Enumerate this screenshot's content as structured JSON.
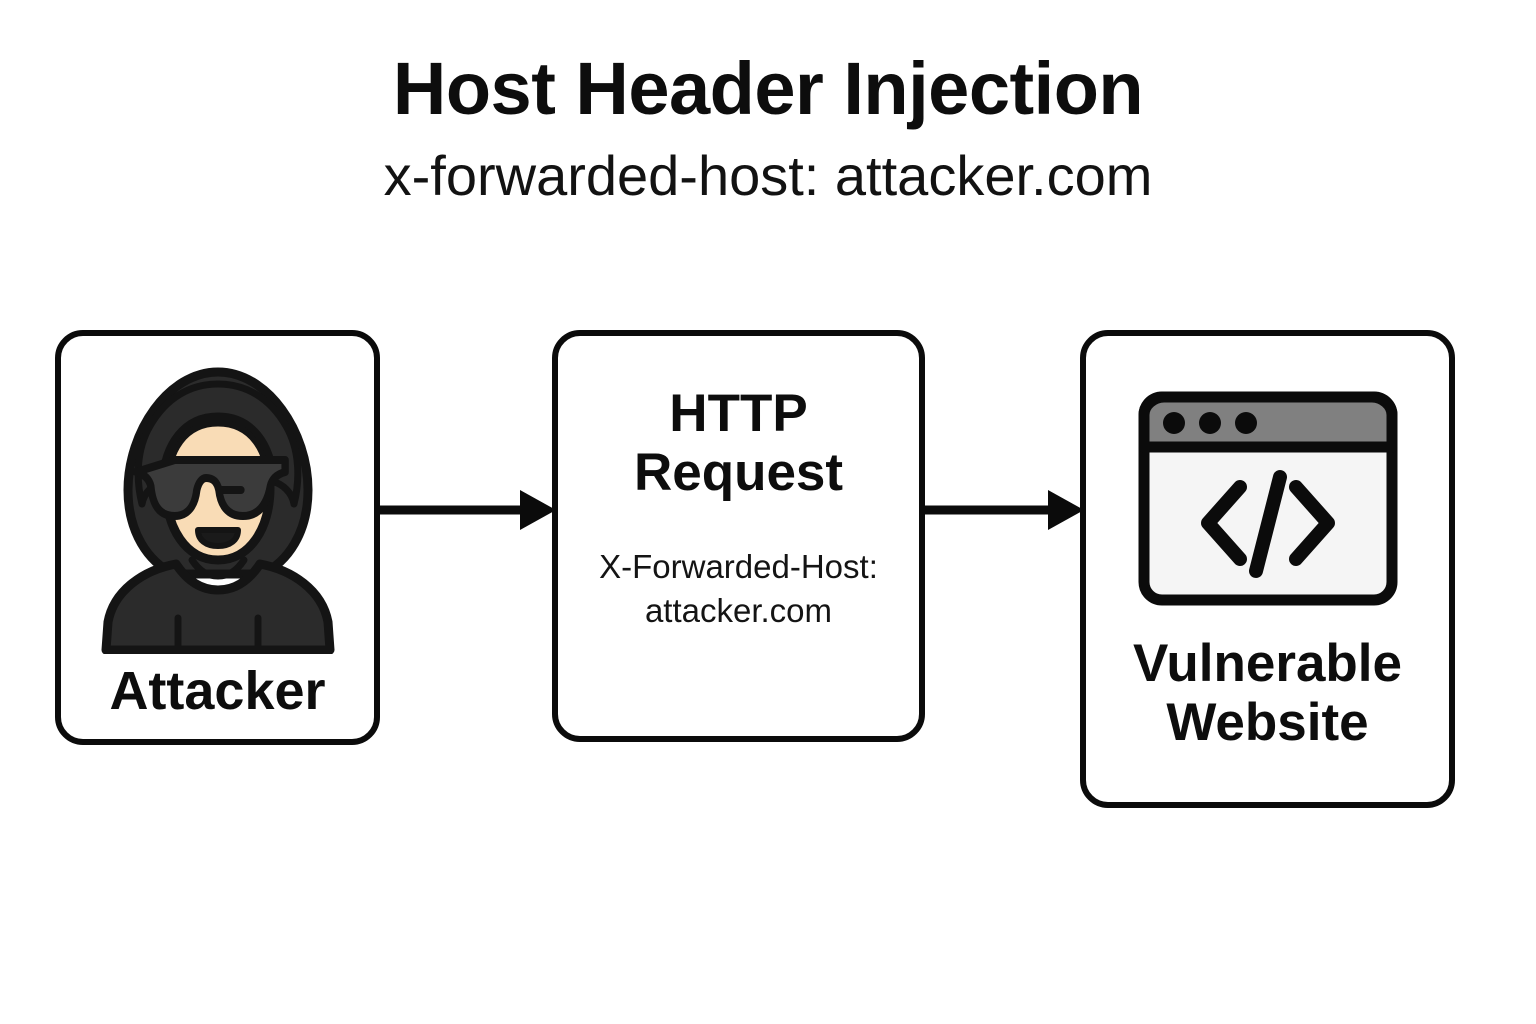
{
  "header": {
    "title": "Host Header Injection",
    "subtitle": "x-forwarded-host: attacker.com"
  },
  "diagram": {
    "type": "flow",
    "direction": "left-to-right",
    "nodes": [
      {
        "id": "attacker",
        "label": "Attacker",
        "icon": "hooded-attacker-icon"
      },
      {
        "id": "http-request",
        "label": "HTTP Request",
        "title_line_1": "HTTP",
        "title_line_2": "Request",
        "header_name": "X-Forwarded-Host:",
        "header_value": "attacker.com"
      },
      {
        "id": "vulnerable-website",
        "label": "Vulnerable Website",
        "label_line_1": "Vulnerable",
        "label_line_2": "Website",
        "icon": "browser-code-icon",
        "code_glyph": "</>"
      }
    ],
    "edges": [
      {
        "id": "edge-attacker-to-request",
        "from": "attacker",
        "to": "http-request"
      },
      {
        "id": "edge-request-to-website",
        "from": "http-request",
        "to": "vulnerable-website"
      }
    ]
  },
  "colors": {
    "background": "#ffffff",
    "stroke": "#0b0b0b",
    "text": "#0d0d0d",
    "hoodie_dark": "#2b2b2b",
    "hoodie_outline": "#141414",
    "skin": "#f9dcb6",
    "sunglasses": "#3b3b3b",
    "browser_titlebar": "#808080",
    "browser_screen": "#f5f5f5"
  }
}
